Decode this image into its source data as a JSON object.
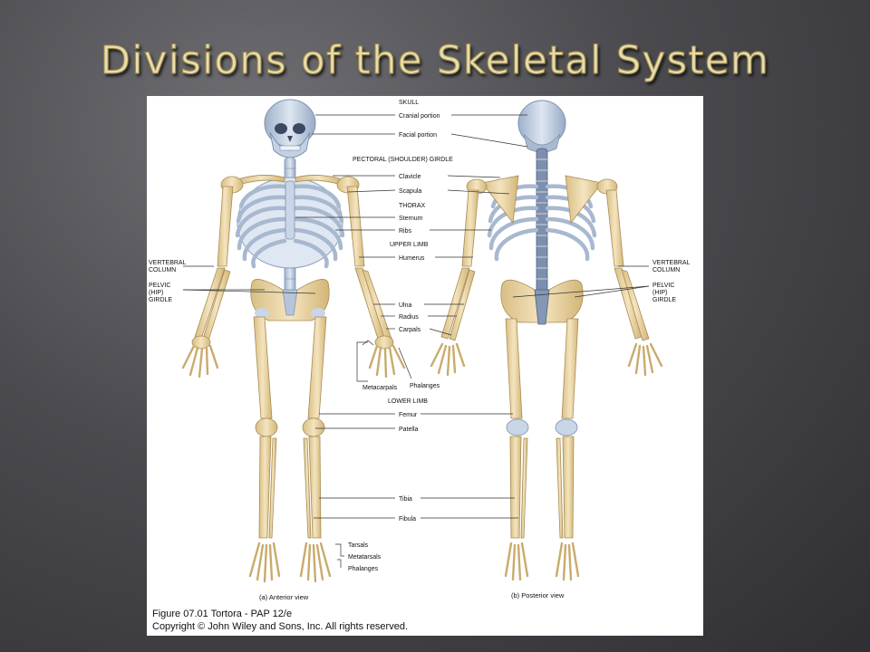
{
  "slide": {
    "title": "Divisions of the Skeletal System"
  },
  "labels": {
    "center": {
      "skull": "SKULL",
      "cranial": "Cranial portion",
      "facial": "Facial portion",
      "pectoral": "PECTORAL (SHOULDER) GIRDLE",
      "clavicle": "Clavicle",
      "scapula": "Scapula",
      "thorax": "THORAX",
      "sternum": "Sternum",
      "ribs": "Ribs",
      "upper_limb": "UPPER LIMB",
      "humerus": "Humerus",
      "ulna": "Ulna",
      "radius": "Radius",
      "carpals": "Carpals",
      "metacarpals": "Metacarpals",
      "phalanges_hand": "Phalanges",
      "lower_limb": "LOWER LIMB",
      "femur": "Femur",
      "patella": "Patella",
      "tibia": "Tibia",
      "fibula": "Fibula",
      "tarsals": "Tarsals",
      "metatarsals": "Metatarsals",
      "phalanges_foot": "Phalanges"
    },
    "left": {
      "vertebral_1": "VERTEBRAL",
      "vertebral_2": "COLUMN",
      "pelvic_1": "PELVIC",
      "pelvic_2": "(HIP)",
      "pelvic_3": "GIRDLE"
    },
    "right": {
      "vertebral_1": "VERTEBRAL",
      "vertebral_2": "COLUMN",
      "pelvic_1": "PELVIC",
      "pelvic_2": "(HIP)",
      "pelvic_3": "GIRDLE"
    }
  },
  "views": {
    "anterior": "(a) Anterior view",
    "posterior": "(b) Posterior view"
  },
  "caption": {
    "line1": "Figure 07.01  Tortora - PAP 12/e",
    "line2": "Copyright © John Wiley and Sons, Inc. All rights reserved."
  },
  "colors": {
    "axial": "#b9c8dc",
    "appendicular": "#e8d3a4",
    "title": "#e8dcae"
  }
}
